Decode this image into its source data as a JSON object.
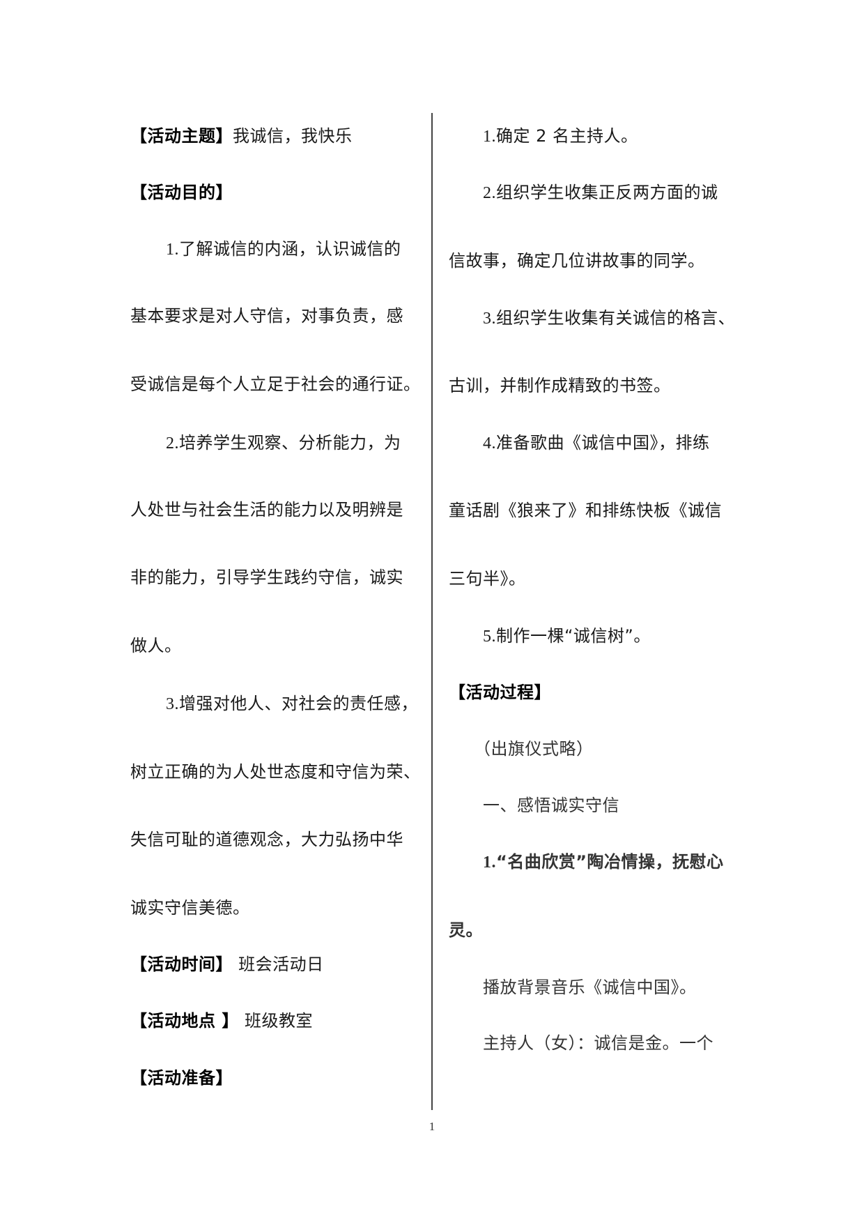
{
  "left_column": {
    "theme": {
      "label": "【活动主题】",
      "value": "我诚信，我快乐"
    },
    "purpose": {
      "label": "【活动目的】"
    },
    "purpose_items": [
      {
        "num": "1.",
        "lines": [
          "了解诚信的内涵，认识诚信的",
          "基本要求是对人守信，对事负责，感",
          "受诚信是每个人立足于社会的通行证。"
        ]
      },
      {
        "num": "2.",
        "lines": [
          "培养学生观察、分析能力，为",
          "人处世与社会生活的能力以及明辨是",
          "非的能力，引导学生践约守信，诚实",
          "做人。"
        ]
      },
      {
        "num": "3.",
        "lines": [
          "增强对他人、对社会的责任感，",
          "树立正确的为人处世态度和守信为荣、",
          "失信可耻的道德观念，大力弘扬中华",
          "诚实守信美德。"
        ]
      }
    ],
    "time": {
      "label": "【活动时间】",
      "value": "班会活动日"
    },
    "place": {
      "label": "【活动地点 】",
      "value": "班级教室"
    },
    "preparation": {
      "label": "【活动准备】"
    }
  },
  "right_column": {
    "prep_items": [
      {
        "num": "1.",
        "lines": [
          "确定 2 名主持人。"
        ]
      },
      {
        "num": "2.",
        "lines": [
          "组织学生收集正反两方面的诚",
          "信故事，确定几位讲故事的同学。"
        ]
      },
      {
        "num": "3.",
        "lines": [
          "组织学生收集有关诚信的格言、",
          "古训，并制作成精致的书签。"
        ]
      },
      {
        "num": "4.",
        "lines": [
          "准备歌曲《诚信中国》，排练",
          "童话剧《狼来了》和排练快板《诚信",
          "三句半》。"
        ]
      },
      {
        "num": "5.",
        "lines": [
          "制作一棵“诚信树”。"
        ]
      }
    ],
    "process": {
      "label": "【活动过程】"
    },
    "flag_note": "（出旗仪式略）",
    "section_one": "一、感悟诚实守信",
    "subsection": {
      "num": "1.",
      "lines": [
        "“名曲欣赏”陶冶情操，抚慰心",
        "灵。"
      ]
    },
    "play_music": "播放背景音乐《诚信中国》。",
    "host_line": "主持人（女）：诚信是金。一个"
  },
  "footer": {
    "page_number": "1"
  }
}
